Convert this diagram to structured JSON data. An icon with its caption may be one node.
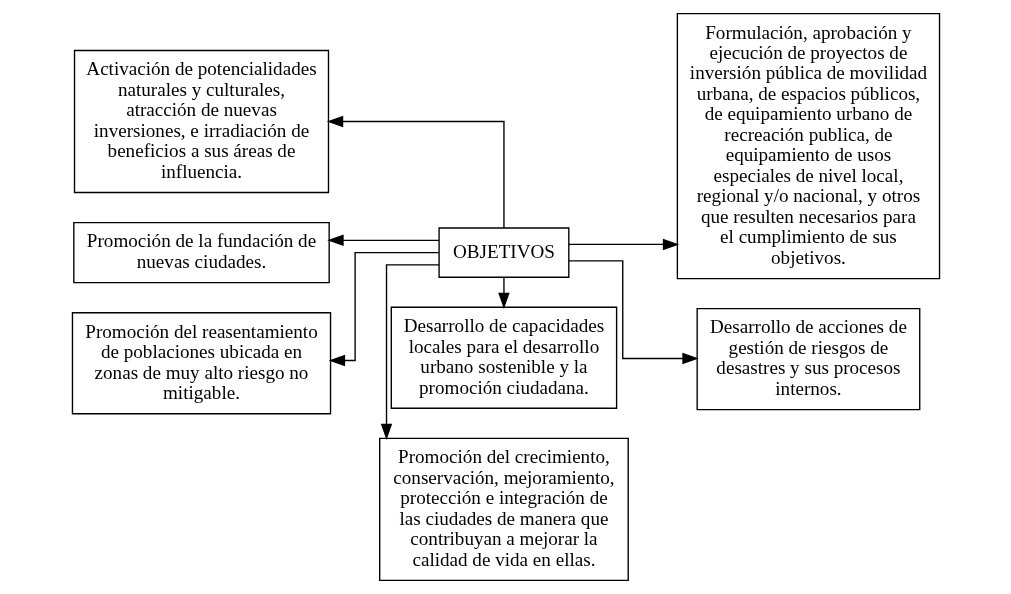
{
  "diagram": {
    "nodes": [
      {
        "text": [
          "Activación de potencialidades naturales y culturales, atracción de nuevas inversiones, e irradiación de beneficios a sus áreas de influencia."
        ]
      },
      {
        "text": [
          "Promoción del crecimiento, conservación, mejoramiento, protección e integración de las ciudades de manera que contribuyan a mejorar la calidad de vida en ellas."
        ]
      },
      {
        "text": [
          "Formulación, aprobación y ejecución de proyectos de inversión pública de movilidad urbana, de espacios públicos, de equipamiento urbano de recreación publica, de equipamiento de usos especiales de nivel local, regional y/o nacional, y otros que resulten necesarios para el cumplimiento de sus objetivos."
        ]
      },
      {
        "text": [
          "Promoción de la fundación de nuevas ciudades."
        ]
      },
      {
        "text": [
          "OBJETIVOS"
        ]
      },
      {
        "text": [
          "Promoción del reasentamiento de poblaciones ubicada en zonas de muy alto riesgo no mitigable."
        ]
      },
      {
        "text": [
          "Desarrollo de capacidades locales para el desarrollo urbano sostenible y la promoción ciudadana."
        ]
      },
      {
        "text": [
          "Desarrollo de acciones de gestión de riesgos de desastres y sus procesos internos."
        ]
      }
    ],
    "edges": [
      {
        "from": 4,
        "to": 0,
        "arrow": "to"
      },
      {
        "from": 4,
        "to": 1,
        "arrow": "to"
      },
      {
        "from": 4,
        "to": 2,
        "arrow": "to"
      },
      {
        "from": 4,
        "to": 3,
        "arrow": "to"
      },
      {
        "from": 4,
        "to": 5,
        "arrow": "to"
      },
      {
        "from": 4,
        "to": 6,
        "arrow": "to"
      },
      {
        "from": 4,
        "to": 7,
        "arrow": "to"
      }
    ]
  }
}
